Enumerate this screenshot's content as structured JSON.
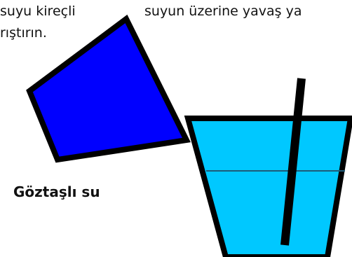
{
  "text": {
    "line1": "suyu kireçli",
    "line2": "rıştırın.",
    "line3": "suyun  üzerine yavaş ya"
  },
  "label": {
    "blue_vitriol_water": "Göztaşlı su"
  },
  "colors": {
    "quad_fill": "#0000ff",
    "glass_fill": "#00c8ff",
    "outline": "#000000",
    "water_line": "#1f5b78"
  }
}
